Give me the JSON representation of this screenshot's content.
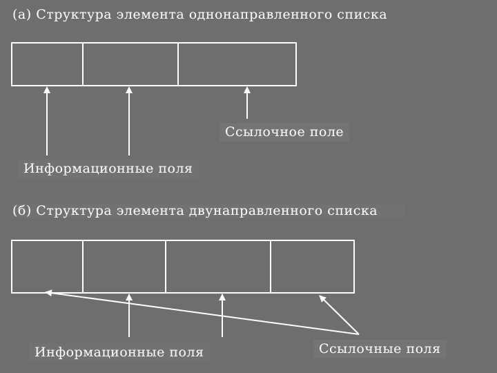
{
  "section_a": {
    "title": "(а)  Структура элемента  однонаправленного списка",
    "link_label": "Ссылочное поле",
    "info_label": "Информационные поля"
  },
  "section_b": {
    "title": "(б)  Структура элемента двунаправленного списка",
    "info_label": "Информационные поля",
    "link_label": "Ссылочные поля"
  },
  "colors": {
    "background": "#6e6e6e",
    "foreground": "#ffffff"
  }
}
